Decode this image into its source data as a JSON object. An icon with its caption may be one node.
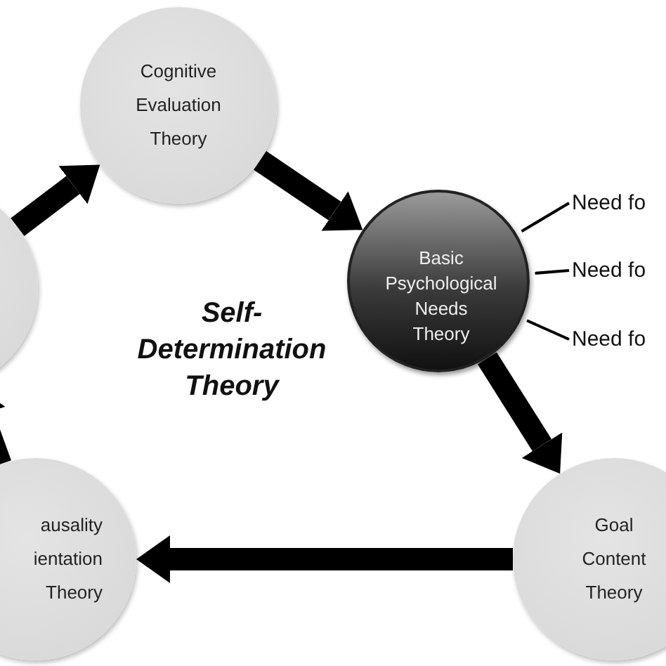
{
  "diagram": {
    "nodes": [
      {
        "text": [
          "Cognitive Evaluation Theory"
        ]
      },
      {
        "text": [],
        "shape": "circle"
      },
      {
        "text": [
          "Basic Psychological Needs Theory"
        ]
      },
      {
        "text": [
          "Need fo"
        ]
      },
      {
        "text": [
          "Need fo"
        ]
      },
      {
        "text": [
          "Need fo"
        ]
      },
      {
        "text": [
          "ausality ientation Theory"
        ]
      },
      {
        "text": [
          "Goal Content Theory"
        ]
      }
    ],
    "edges": [
      {
        "from": 1,
        "to": 0,
        "arrow": "to"
      },
      {
        "from": 0,
        "to": 2,
        "arrow": "to"
      },
      {
        "from": 2,
        "to": 7,
        "arrow": "to"
      },
      {
        "from": 7,
        "to": 6,
        "arrow": "to"
      },
      {
        "from": 6,
        "to": 1,
        "arrow": "to"
      },
      {
        "from": 2,
        "to": 3,
        "arrow": "none"
      },
      {
        "from": 2,
        "to": 4,
        "arrow": "none"
      },
      {
        "from": 2,
        "to": 5,
        "arrow": "none"
      }
    ],
    "labels": [
      "Self-Determination Theory"
    ]
  }
}
